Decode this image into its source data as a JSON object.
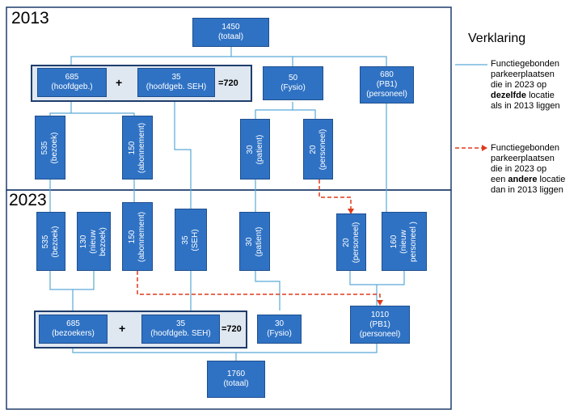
{
  "years": {
    "top": "2013",
    "bottom": "2023"
  },
  "legend": {
    "title": "Verklaring",
    "solid": {
      "line1": "Functiegebonden",
      "line2": "parkeerplaatsen",
      "line3": "die in 2023 op",
      "line4": "dezelfde",
      "line4_rest": " locatie",
      "line5": "als in 2013 liggen"
    },
    "dashed": {
      "line1": "Functiegebonden",
      "line2": "parkeerplaatsen",
      "line3": "die in 2023 op",
      "line4_pre": "een ",
      "line4": "andere",
      "line4_rest": " locatie",
      "line5": "dan in 2013 liggen"
    }
  },
  "colors": {
    "box": "#2f72c4",
    "solid_line": "#5aa9d6",
    "dashed_line": "#e0391c"
  },
  "nodes_2013": {
    "total": {
      "value": "1450",
      "label": "(totaal)"
    },
    "hoofd": {
      "value": "685",
      "label": "(hoofdgeb.)"
    },
    "seh": {
      "value": "35",
      "label": "(hoofdgeb. SEH)"
    },
    "sum": "=720",
    "plus": "+",
    "fysio": {
      "value": "50",
      "label": "(Fysio)"
    },
    "pb1": {
      "value": "680",
      "label1": "(PB1)",
      "label2": "(personeel)"
    },
    "bezoek": {
      "value": "535",
      "label": "(bezoek)"
    },
    "abonnement": {
      "value": "150",
      "label": "(abonnement)"
    },
    "patient": {
      "value": "30",
      "label": "(patient)"
    },
    "personeel": {
      "value": "20",
      "label": "(personeel)"
    }
  },
  "nodes_2023": {
    "bezoek": {
      "value": "535",
      "label": "(bezoek)"
    },
    "nieuw_bezoek": {
      "value": "130",
      "label1": "(nieuw",
      "label2": "bezoek)"
    },
    "abonnement": {
      "value": "150",
      "label": "(abonnement)"
    },
    "seh": {
      "value": "35",
      "label": "(SEH)"
    },
    "patient": {
      "value": "30",
      "label": "(patient)"
    },
    "personeel": {
      "value": "20",
      "label": "(personeel)"
    },
    "nieuw_personeel": {
      "value": "160",
      "label1": "(nieuw",
      "label2": "personeel )"
    },
    "bezoekers": {
      "value": "685",
      "label": "(bezoekers)"
    },
    "seh_hoofd": {
      "value": "35",
      "label": "(hoofdgeb. SEH)"
    },
    "sum": "=720",
    "plus": "+",
    "fysio": {
      "value": "30",
      "label": "(Fysio)"
    },
    "pb1": {
      "value": "1010",
      "label1": "(PB1)",
      "label2": "(personeel)"
    },
    "total": {
      "value": "1760",
      "label": "(totaal)"
    }
  }
}
